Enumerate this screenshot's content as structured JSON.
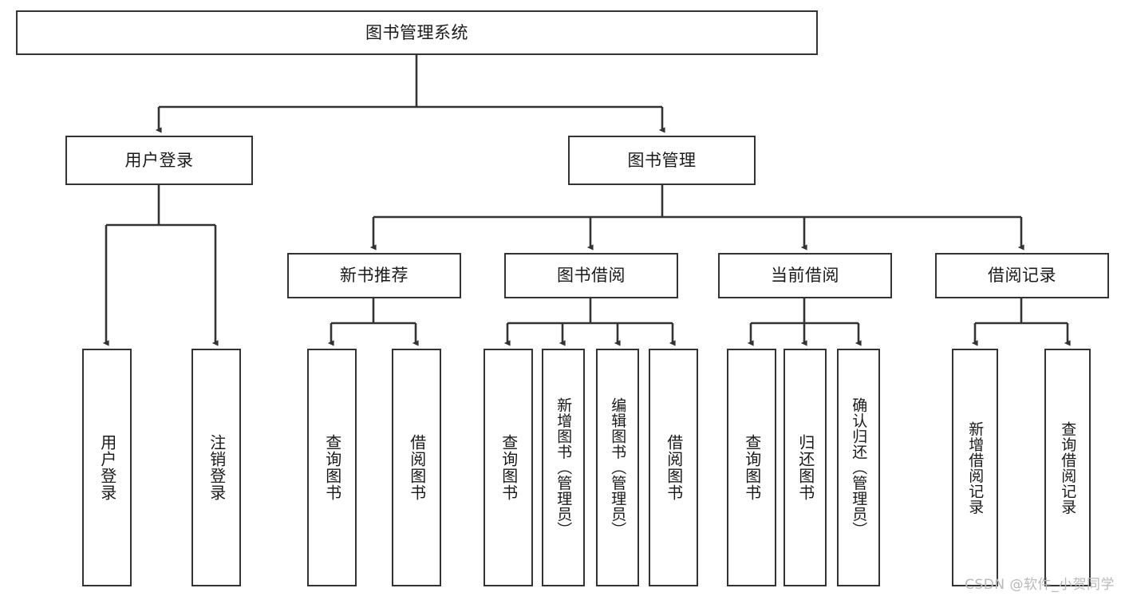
{
  "diagram": {
    "title": "图书管理系统",
    "type": "tree-structure-chart",
    "root": {
      "label": "图书管理系统",
      "id": "root"
    },
    "level2": [
      {
        "id": "user-login",
        "label": "用户登录"
      },
      {
        "id": "book-manage",
        "label": "图书管理"
      }
    ],
    "level3": [
      {
        "id": "new-book-recommend",
        "label": "新书推荐"
      },
      {
        "id": "book-borrow",
        "label": "图书借阅"
      },
      {
        "id": "current-borrow",
        "label": "当前借阅"
      },
      {
        "id": "borrow-record",
        "label": "借阅记录"
      }
    ],
    "leaves": {
      "user_login": [
        {
          "id": "leaf-user-login",
          "label": "用户登录"
        },
        {
          "id": "leaf-user-logout",
          "label": "注销登录"
        }
      ],
      "new_book_recommend": [
        {
          "id": "leaf-query-book-1",
          "label": "查询图书"
        },
        {
          "id": "leaf-borrow-book-1",
          "label": "借阅图书"
        }
      ],
      "book_borrow": [
        {
          "id": "leaf-query-book-2",
          "label": "查询图书"
        },
        {
          "id": "leaf-add-book",
          "label": "新增图书（管理员）"
        },
        {
          "id": "leaf-edit-book",
          "label": "编辑图书（管理员）"
        },
        {
          "id": "leaf-borrow-book-2",
          "label": "借阅图书"
        }
      ],
      "current_borrow": [
        {
          "id": "leaf-query-book-3",
          "label": "查询图书"
        },
        {
          "id": "leaf-return-book",
          "label": "归还图书"
        },
        {
          "id": "leaf-confirm-return",
          "label": "确认归还（管理员）"
        }
      ],
      "borrow_record": [
        {
          "id": "leaf-add-borrow-record",
          "label": "新增借阅记录"
        },
        {
          "id": "leaf-query-borrow-record",
          "label": "查询借阅记录"
        }
      ]
    }
  },
  "watermark": {
    "text": "CSDN @软件_小贺同学"
  },
  "colors": {
    "border": "#333333",
    "text": "#1a1a1a",
    "background": "#ffffff",
    "connector": "#333333",
    "watermark": "#b9b9b9"
  }
}
